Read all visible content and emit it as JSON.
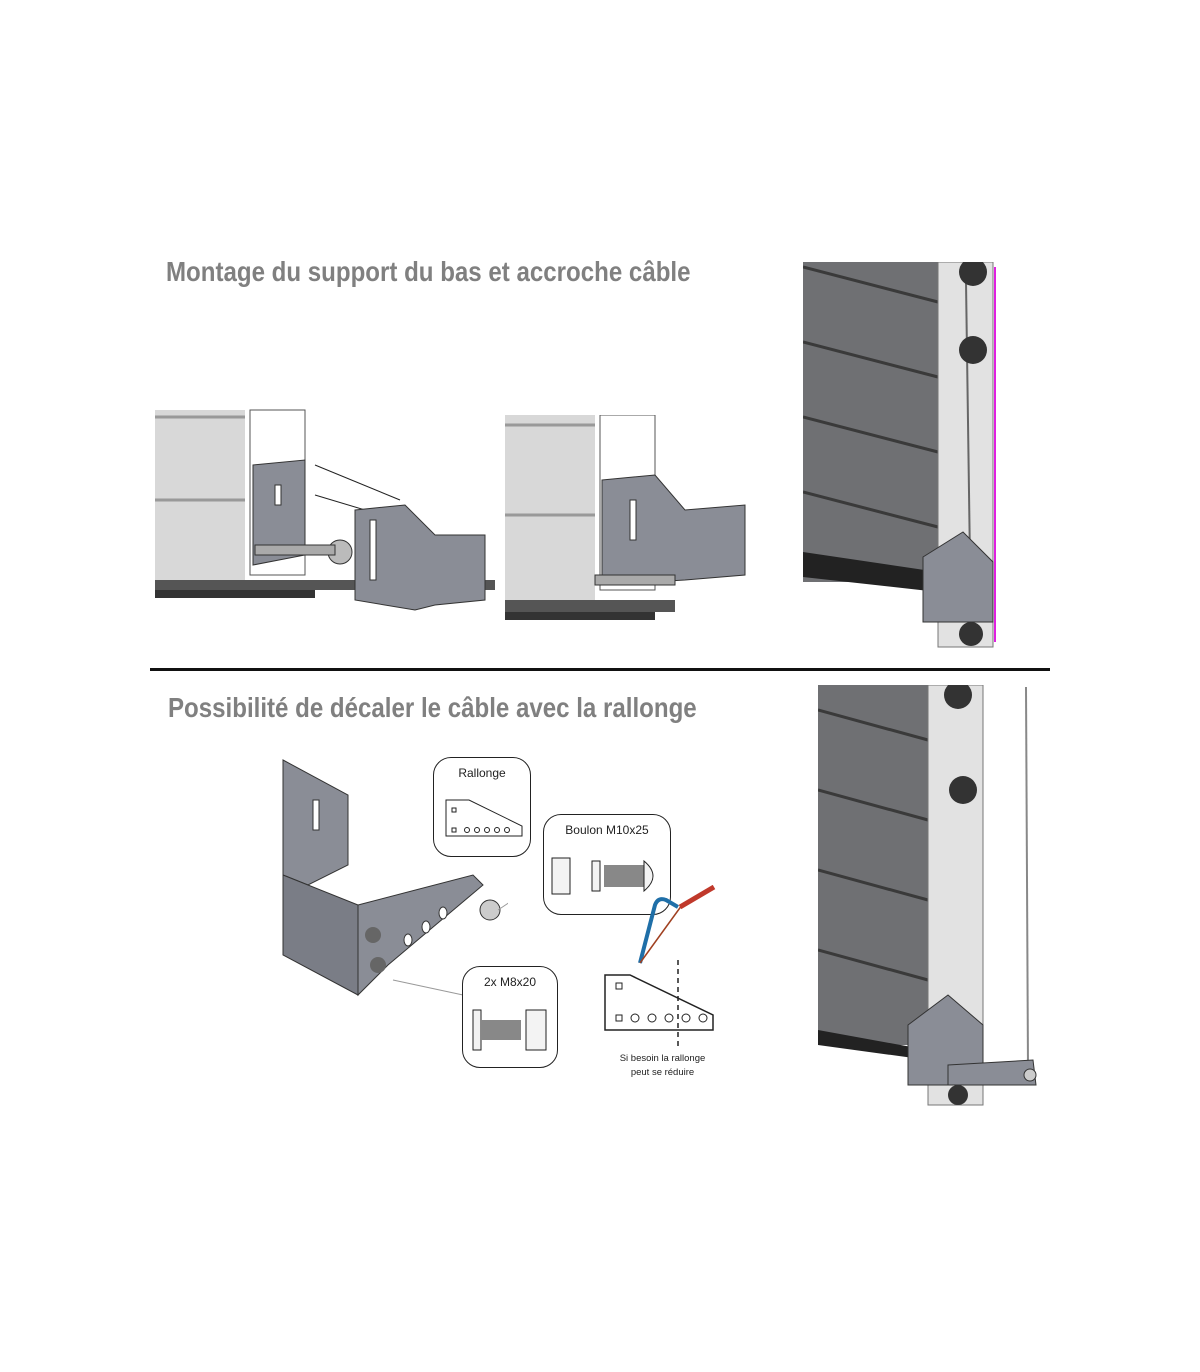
{
  "section1": {
    "title": "Montage du support du bas et accroche câble"
  },
  "section2": {
    "title": "Possibilité de décaler le câble avec la rallonge",
    "callouts": {
      "rallonge": "Rallonge",
      "boulon": "Boulon M10x25",
      "vis": "2x M8x20"
    },
    "note_line1": "Si besoin la rallonge",
    "note_line2": "peut se réduire"
  },
  "colors": {
    "title": "#808080",
    "panel": "#6f7073",
    "bracket": "#8a8d96",
    "saw_blue": "#1f6fa8",
    "saw_red": "#c0392b",
    "guide_magenta": "#e020e0"
  }
}
